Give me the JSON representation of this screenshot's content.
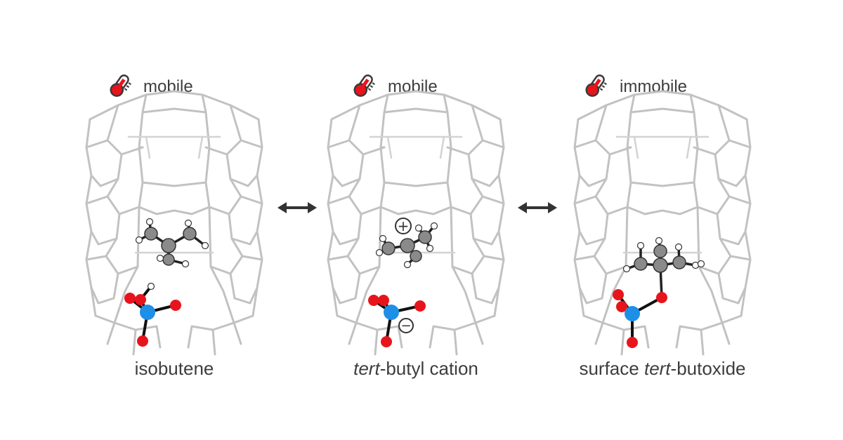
{
  "panels": [
    {
      "state": "mobile",
      "name_parts": [
        {
          "text": "isobutene",
          "italic": false
        }
      ],
      "charge": null
    },
    {
      "state": "mobile",
      "name_parts": [
        {
          "text": "tert",
          "italic": true
        },
        {
          "text": "-butyl cation",
          "italic": false
        }
      ],
      "charge": {
        "cation": "+",
        "anion": "−"
      }
    },
    {
      "state": "immobile",
      "name_parts": [
        {
          "text": "surface ",
          "italic": false
        },
        {
          "text": "tert",
          "italic": true
        },
        {
          "text": "-butoxide",
          "italic": false
        }
      ],
      "charge": null
    }
  ],
  "arrows": [
    "equilibrium-arrow",
    "equilibrium-arrow"
  ],
  "icons": {
    "temperature": "thermometer-icon"
  },
  "colors": {
    "framework": "#c2c2c2",
    "oxygen": "#e8141c",
    "aluminum": "#1e8fe6",
    "carbon": "#8a8a8a",
    "hydrogen": "#ffffff",
    "thermometer_red": "#e8141c"
  }
}
